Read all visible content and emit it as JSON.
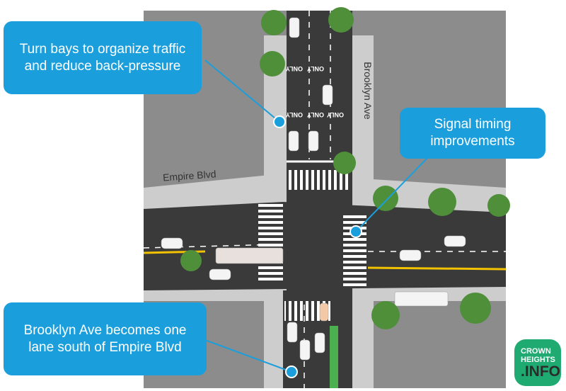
{
  "callouts": [
    {
      "text": "Turn bays to organize traffic and reduce back-pressure"
    },
    {
      "text": "Signal timing improvements"
    },
    {
      "text": "Brooklyn Ave becomes one lane south of Empire Blvd"
    }
  ],
  "streets": {
    "north_south": "Brooklyn Ave",
    "east_west": "Empire Blvd"
  },
  "lane_marking": "ONLY",
  "logo": {
    "line1": "CROWN",
    "line2": "HEIGHTS",
    "line3": ".INFO"
  },
  "colors": {
    "callout": "#1a9fdc",
    "road": "#3a3a3a",
    "sidewalk": "#cdcdcd",
    "block": "#8c8c8c",
    "tree": "#4f8f3a",
    "bike_lane": "#4caf50",
    "logo": "#1eaa70"
  }
}
